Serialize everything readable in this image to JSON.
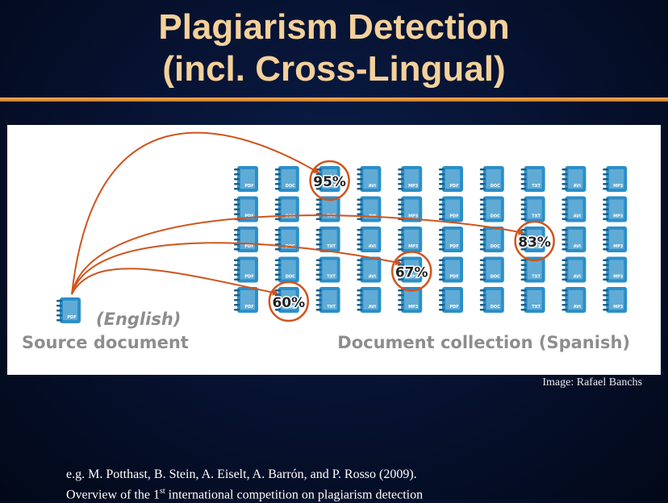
{
  "slide": {
    "title_line1": "Plagiarism Detection",
    "title_line2": "(incl. Cross-Lingual)",
    "credit": "Image: Rafael Banchs",
    "reference_line1": "e.g. M. Potthast, B. Stein, A. Eiselt, A. Barrón, and P. Rosso (2009).",
    "reference_line2_pre": "Overview of the 1",
    "reference_line2_sup": "st",
    "reference_line2_post": " international competition on plagiarism detection"
  },
  "figure": {
    "source_language": "(English)",
    "source_label": "Source document",
    "collection_label": "Document collection (Spanish)",
    "source_icon_tag": "PDF",
    "grid_columns": [
      "PDF",
      "DOC",
      "TXT",
      "AVI",
      "MP3",
      "PDF",
      "DOC",
      "TXT",
      "AVI",
      "MP3"
    ],
    "grid_rows": 5,
    "matches": [
      {
        "label": "95%",
        "row": 0,
        "col": 2
      },
      {
        "label": "83%",
        "row": 2,
        "col": 7
      },
      {
        "label": "67%",
        "row": 3,
        "col": 4
      },
      {
        "label": "60%",
        "row": 4,
        "col": 1
      }
    ],
    "icon_color": "#2b8fc9",
    "arrow_color": "#d0541c",
    "label_color": "#8d8d8d"
  }
}
